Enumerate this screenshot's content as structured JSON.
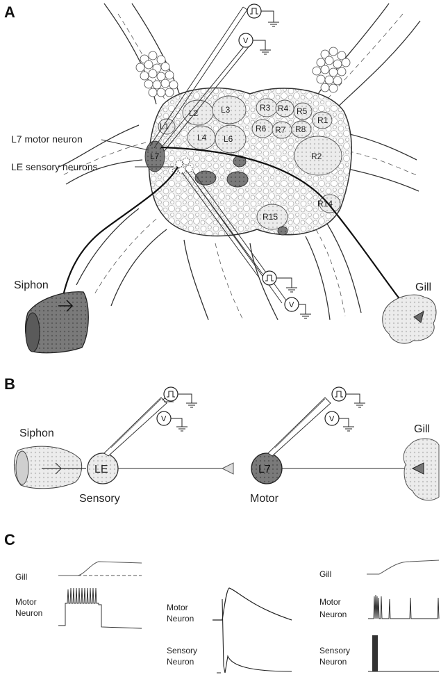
{
  "panels": {
    "a": {
      "letter": "A",
      "cells": {
        "L1": "L1",
        "L2": "L2",
        "L3": "L3",
        "L4": "L4",
        "L6": "L6",
        "L7": "L7",
        "R1": "R1",
        "R2": "R2",
        "R3": "R3",
        "R4": "R4",
        "R5": "R5",
        "R6": "R6",
        "R7": "R7",
        "R8": "R8",
        "R14": "R14",
        "R15": "R15"
      },
      "callouts": {
        "motor": "L7 motor neuron",
        "sensory": "LE sensory neurons"
      },
      "siphon": "Siphon",
      "gill": "Gill",
      "voltmeter": "V"
    },
    "b": {
      "letter": "B",
      "siphon": "Siphon",
      "gill": "Gill",
      "le": "LE",
      "l7": "L7",
      "sensory": "Sensory",
      "motor": "Motor",
      "voltmeter": "V"
    },
    "c": {
      "letter": "C",
      "left": {
        "gill": "Gill",
        "motor1": "Motor",
        "motor2": "Neuron"
      },
      "middle": {
        "motor1": "Motor",
        "motor2": "Neuron",
        "sensory1": "Sensory",
        "sensory2": "Neuron"
      },
      "right": {
        "gill": "Gill",
        "motor1": "Motor",
        "motor2": "Neuron",
        "sensory1": "Sensory",
        "sensory2": "Neuron"
      }
    }
  },
  "colors": {
    "ganglion_fill": "#e6e6e6",
    "cell_fill": "#f2f2f2",
    "dark_cell": "#6f6f6f",
    "le_fill": "#cfcfcf",
    "line": "#222222"
  }
}
